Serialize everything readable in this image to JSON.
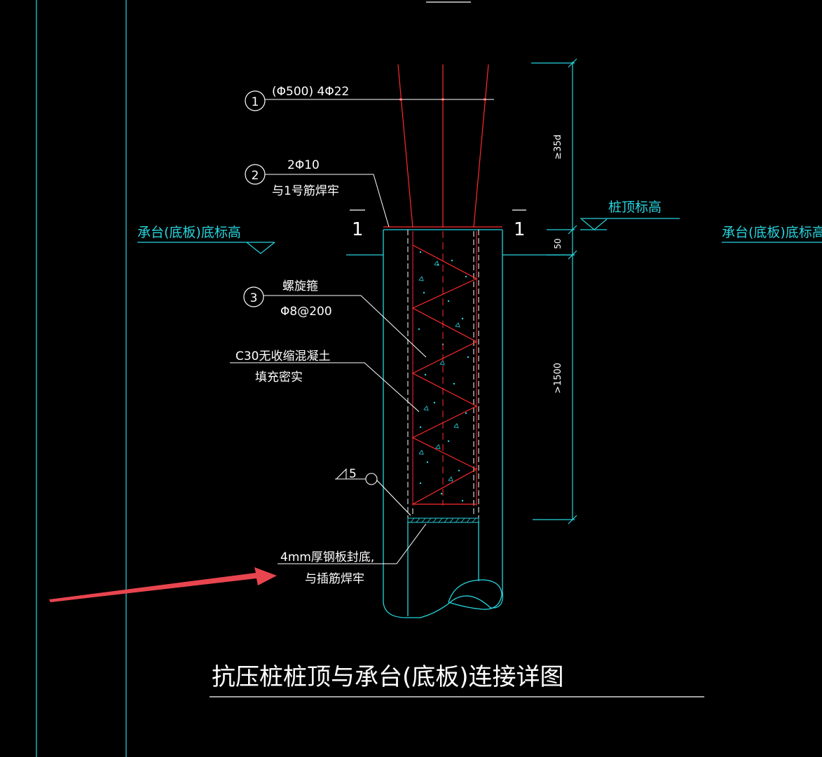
{
  "title": "抗压桩桩顶与承台(底板)连接详图",
  "callouts": {
    "c1": {
      "number": "1",
      "text": "(Φ500) 4Φ22"
    },
    "c2": {
      "number": "2",
      "line1": "2Φ10",
      "line2": "与1号筋焊牢"
    },
    "c3": {
      "number": "3",
      "line1": "螺旋箍",
      "line2": "Φ8@200"
    }
  },
  "concrete": {
    "line1": "C30无收缩混凝土",
    "line2": "填充密实"
  },
  "steel_plate": {
    "line1": "4mm厚钢板封底,",
    "line2": "与插筋焊牢"
  },
  "weld_symbol": "5",
  "section_marks": {
    "left": "1",
    "right": "1"
  },
  "elevations": {
    "cap_bottom_left": "承台(底板)底标高",
    "cap_bottom_right": "承台(底板)底标高",
    "pile_top": "桩顶标高"
  },
  "dimensions": {
    "top": "≥35d",
    "middle": "50",
    "bottom": ">1500"
  },
  "colors": {
    "background": "#000000",
    "cyan": "#27d4de",
    "red": "#ff2a2a",
    "white": "#ffffff",
    "arrow": "#e8454f"
  }
}
